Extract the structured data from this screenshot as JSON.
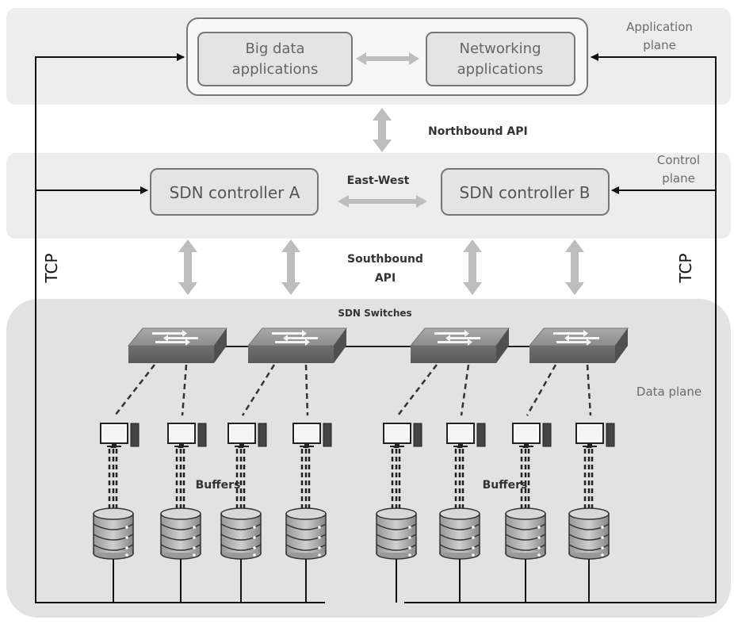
{
  "planes": {
    "application": [
      "Application",
      "plane"
    ],
    "control": [
      "Control",
      "plane"
    ],
    "data": "Data plane"
  },
  "apps": {
    "big_data": [
      "Big data",
      "applications"
    ],
    "networking": [
      "Networking",
      "applications"
    ]
  },
  "controllers": {
    "a": "SDN controller A",
    "b": "SDN controller B"
  },
  "apis": {
    "northbound": "Northbound API",
    "east_west": "East-West",
    "southbound": [
      "Southbound",
      "API"
    ]
  },
  "switches_label": "SDN Switches",
  "buffers_label": "Buffers",
  "tcp_label": "TCP",
  "colors": {
    "plane_bg": "#ececec",
    "data_plane_bg": "#e3e3e3",
    "box_fill": "#e6e6e6",
    "box_stroke": "#777777",
    "arrow": "#bdbdbd",
    "line": "#111111"
  }
}
